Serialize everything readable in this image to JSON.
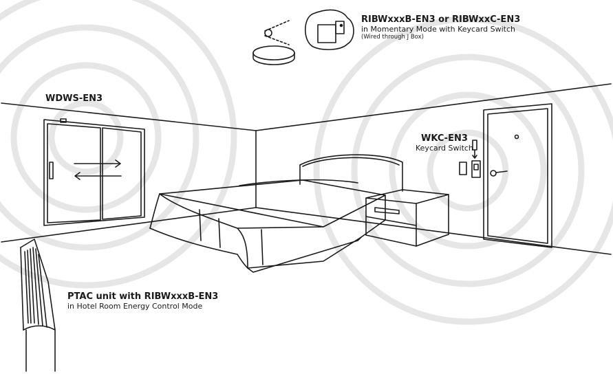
{
  "labels": {
    "ceiling_sensor": {
      "title": "RIBWxxxB-EN3 or RIBWxxC-EN3",
      "line2": "in Momentary Mode with Keycard Switch",
      "line3": "(Wired through J Box)"
    },
    "window_sensor": {
      "title": "WDWS-EN3"
    },
    "keycard_switch": {
      "title": "WKC-EN3",
      "line2": "Keycard Switch"
    },
    "ptac": {
      "title": "PTAC unit with RIBWxxxB-EN3",
      "line2": "in Hotel Room Energy Control Mode"
    }
  },
  "colors": {
    "line": "#1a1a1a",
    "wave": "#e6e6e6",
    "background": "#ffffff"
  }
}
